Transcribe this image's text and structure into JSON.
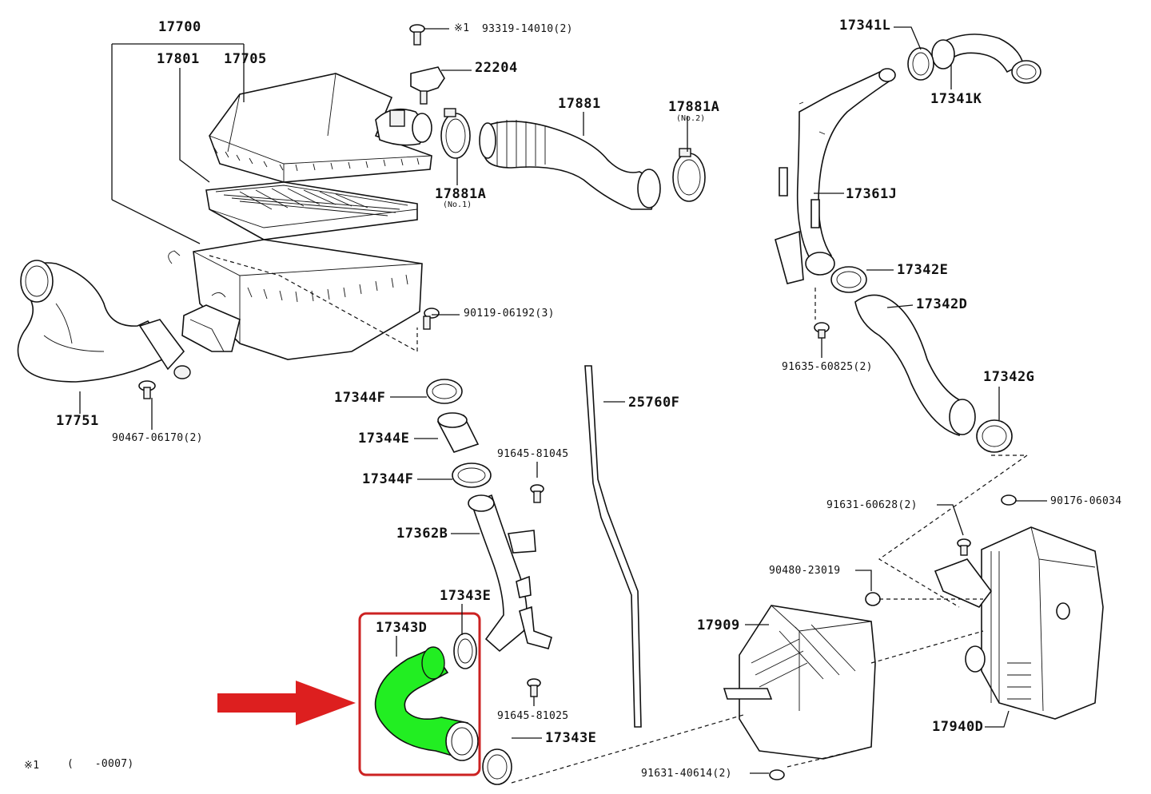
{
  "labels": {
    "p17700": "17700",
    "p17801": "17801",
    "p17705": "17705",
    "p93319": "93319-14010(2)",
    "mark1": "※1",
    "p22204": "22204",
    "p17881": "17881",
    "p17881A_no2": "17881A",
    "no2": "(No.2)",
    "p17881A_no1": "17881A",
    "no1": "(No.1)",
    "p17341L": "17341L",
    "p17341K": "17341K",
    "p17361J": "17361J",
    "p17342E": "17342E",
    "p17342D": "17342D",
    "p91635": "91635-60825(2)",
    "p17342G": "17342G",
    "p90119": "90119-06192(3)",
    "p17751": "17751",
    "p90467": "90467-06170(2)",
    "p17344F_a": "17344F",
    "p17344E": "17344E",
    "p17344F_b": "17344F",
    "p25760F": "25760F",
    "p91645_81045": "91645-81045",
    "p17362B": "17362B",
    "p17343E_a": "17343E",
    "p17343D": "17343D",
    "p91645_81025": "91645-81025",
    "p17343E_b": "17343E",
    "p91631_60628": "91631-60628(2)",
    "p90176": "90176-06034",
    "p90480": "90480-23019",
    "p17909": "17909",
    "p17940D": "17940D",
    "p91631_40614": "91631-40614(2)",
    "footnote_mark": "※1",
    "footnote_text": "(　　-0007)"
  },
  "colors": {
    "highlight_part": "#22ee22",
    "highlight_box": "#cc2222",
    "arrow": "#dd1f1f",
    "line": "#111111"
  },
  "icons": {
    "arrow": "right-arrow-icon"
  }
}
